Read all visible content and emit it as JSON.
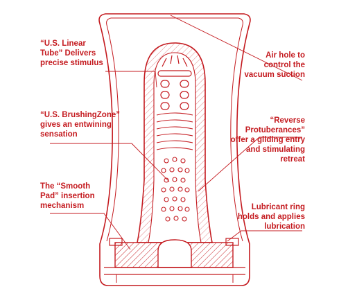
{
  "colors": {
    "primary": "#c41a1f",
    "background": "#ffffff"
  },
  "labels": {
    "linear_tube": [
      "“U.S. Linear",
      "Tube” Delivers",
      "precise stimulus"
    ],
    "brushing_zone": [
      "“U.S. BrushingZone”",
      "gives an entwining",
      "sensation"
    ],
    "smooth_pad": [
      "The “Smooth",
      "Pad” insertion",
      "mechanism"
    ],
    "air_hole": [
      "Air hole to",
      "control the",
      "vacuum suction"
    ],
    "reverse_protuberances": [
      "“Reverse",
      "Protuberances”",
      "offer a gliding entry",
      "and stimulating",
      "retreat"
    ],
    "lubricant_ring": [
      "Lubricant ring",
      "holds and applies",
      "lubrication"
    ]
  }
}
